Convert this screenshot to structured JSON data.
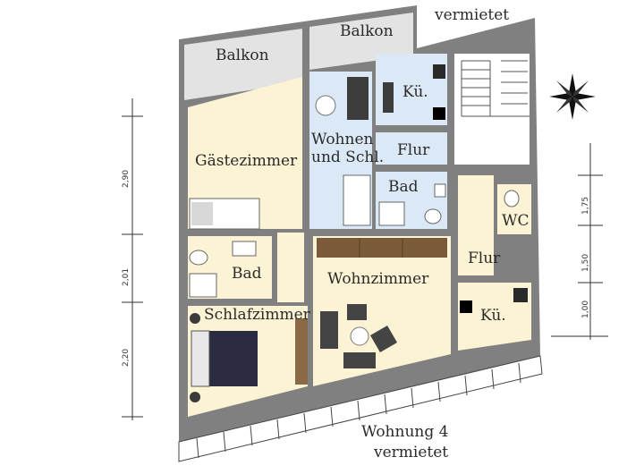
{
  "rooms": {
    "balkon_left": "Balkon",
    "balkon_right": "Balkon",
    "gaestezimmer": "Gästezimmer",
    "wohnen_schl_line1": "Wohnen",
    "wohnen_schl_line2": "und Schl.",
    "kueche_top": "Kü.",
    "flur_mid": "Flur",
    "bad_mid": "Bad",
    "bad_left": "Bad",
    "wc": "WC",
    "flur_right": "Flur",
    "wohnzimmer": "Wohnzimmer",
    "schlafzimmer": "Schlafzimmer",
    "kueche_right": "Kü."
  },
  "labels": {
    "top_vermietet": "vermietet",
    "wohnung4_line1": "Wohnung 4",
    "wohnung4_line2": "vermietet"
  },
  "dimensions": {
    "left_a": "2,90",
    "left_b": "2,01",
    "left_c": "2,20",
    "right_a": "1,75",
    "right_b": "1,50",
    "right_c": "1,00"
  },
  "colors": {
    "wall": "#7f7f7f",
    "room_warm": "#fbf3d3",
    "room_blue": "#dbe9f6",
    "balcony": "#e3e3e3",
    "floor_strip": "#7a5a38"
  },
  "icons": {
    "compass": "compass-rose-icon"
  }
}
